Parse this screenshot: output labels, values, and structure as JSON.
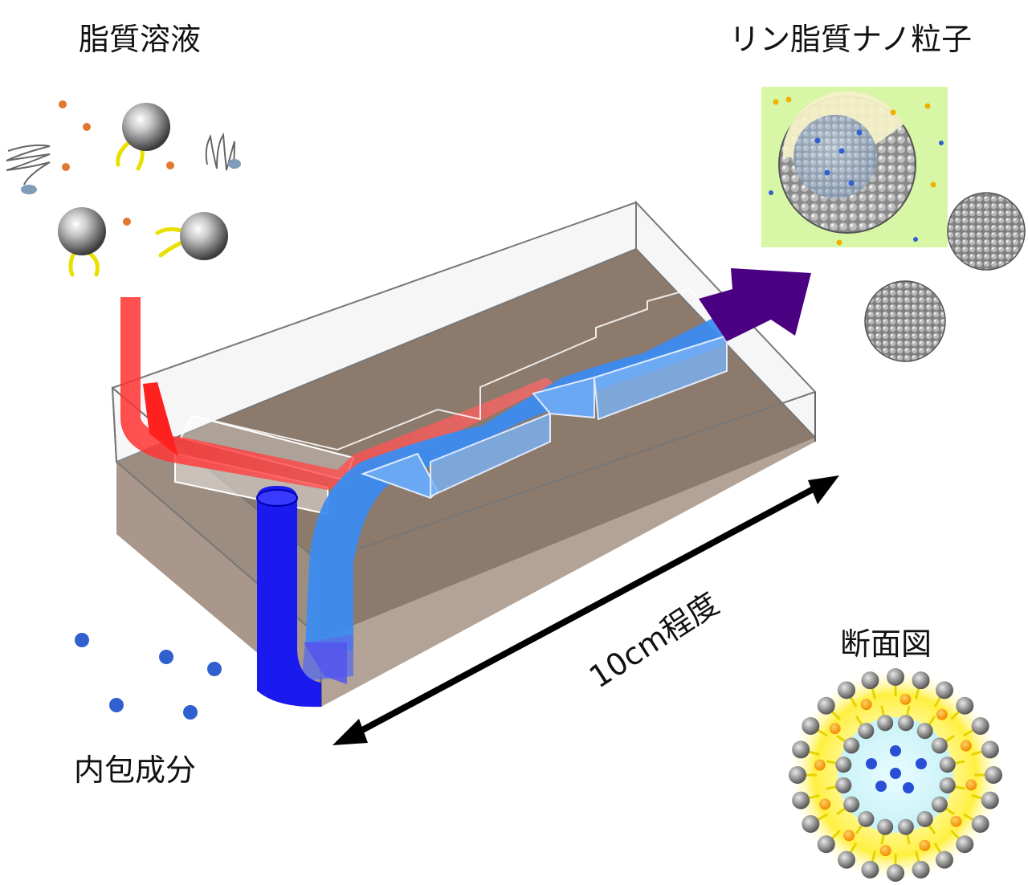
{
  "labels": {
    "lipid_solution": "脂質溶液",
    "lnp": "リン脂質ナノ粒子",
    "inner_component": "内包成分",
    "cross_section": "断面図",
    "scale": "10cm程度"
  },
  "colors": {
    "lipid_stream": "#ff2020",
    "aqueous_stream": "#1a1aee",
    "mixed_channel": "#3c8cf0",
    "output_arrow": "#4b0082",
    "chip_base": "#8c7a6c",
    "inset_background": "#d8f7a6",
    "lipid_head": "#8a8a8a",
    "lipid_tail": "#f0e000",
    "payload_dot": "#3060d0",
    "ethanol_dot": "#e07830"
  },
  "icons": [
    "lipid-molecule-icon",
    "cholesterol-icon",
    "peg-lipid-icon",
    "lnp-sphere-icon"
  ]
}
